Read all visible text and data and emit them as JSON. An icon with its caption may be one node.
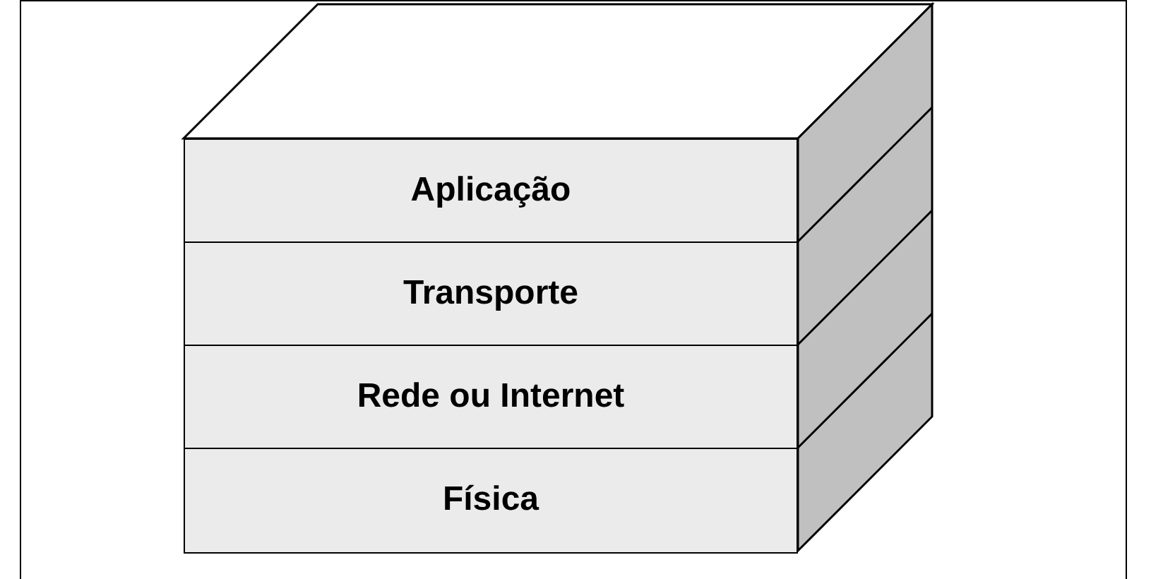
{
  "diagram": {
    "nodes": [
      {
        "text": [
          "Aplicação"
        ]
      },
      {
        "text": [
          "Transporte"
        ]
      },
      {
        "text": [
          "Rede ou Internet"
        ]
      },
      {
        "text": [
          "Física"
        ]
      }
    ]
  }
}
